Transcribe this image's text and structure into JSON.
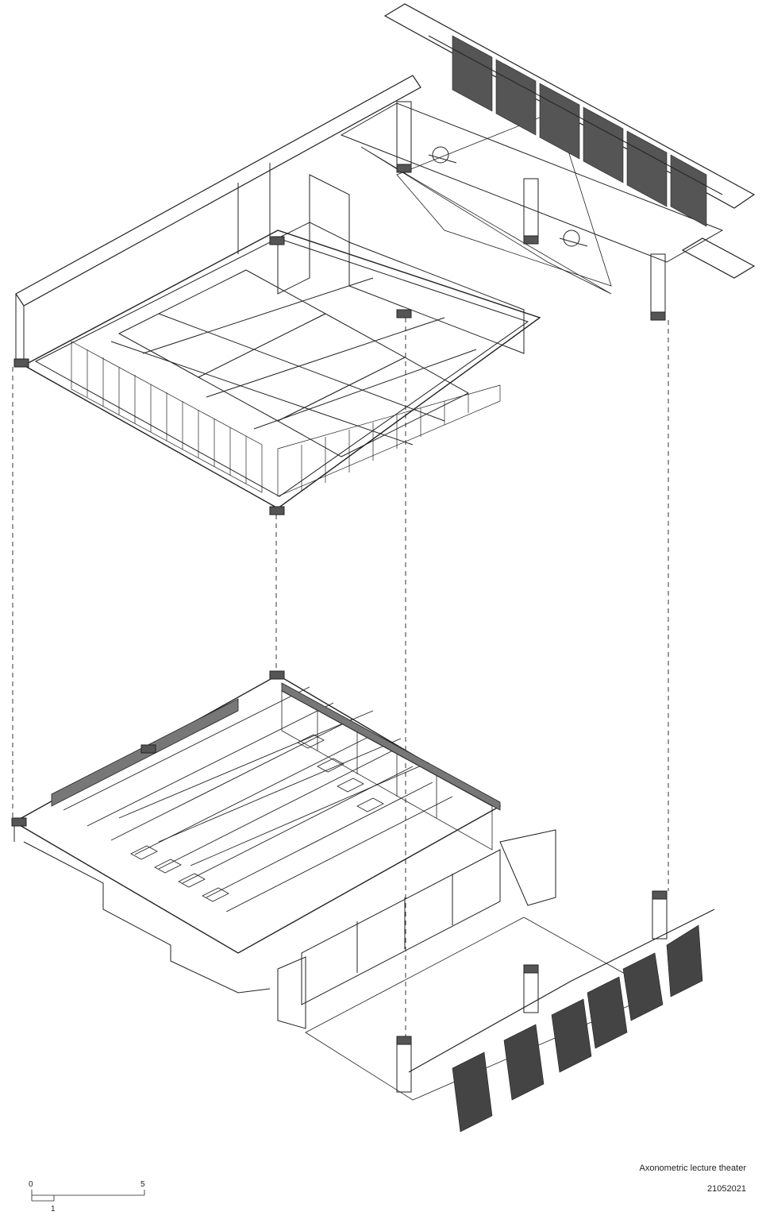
{
  "caption": {
    "title": "Axonometric lecture theater",
    "date": "21052021"
  },
  "scale_bar": {
    "start": "0",
    "end": "5",
    "unit_mark": "1"
  }
}
